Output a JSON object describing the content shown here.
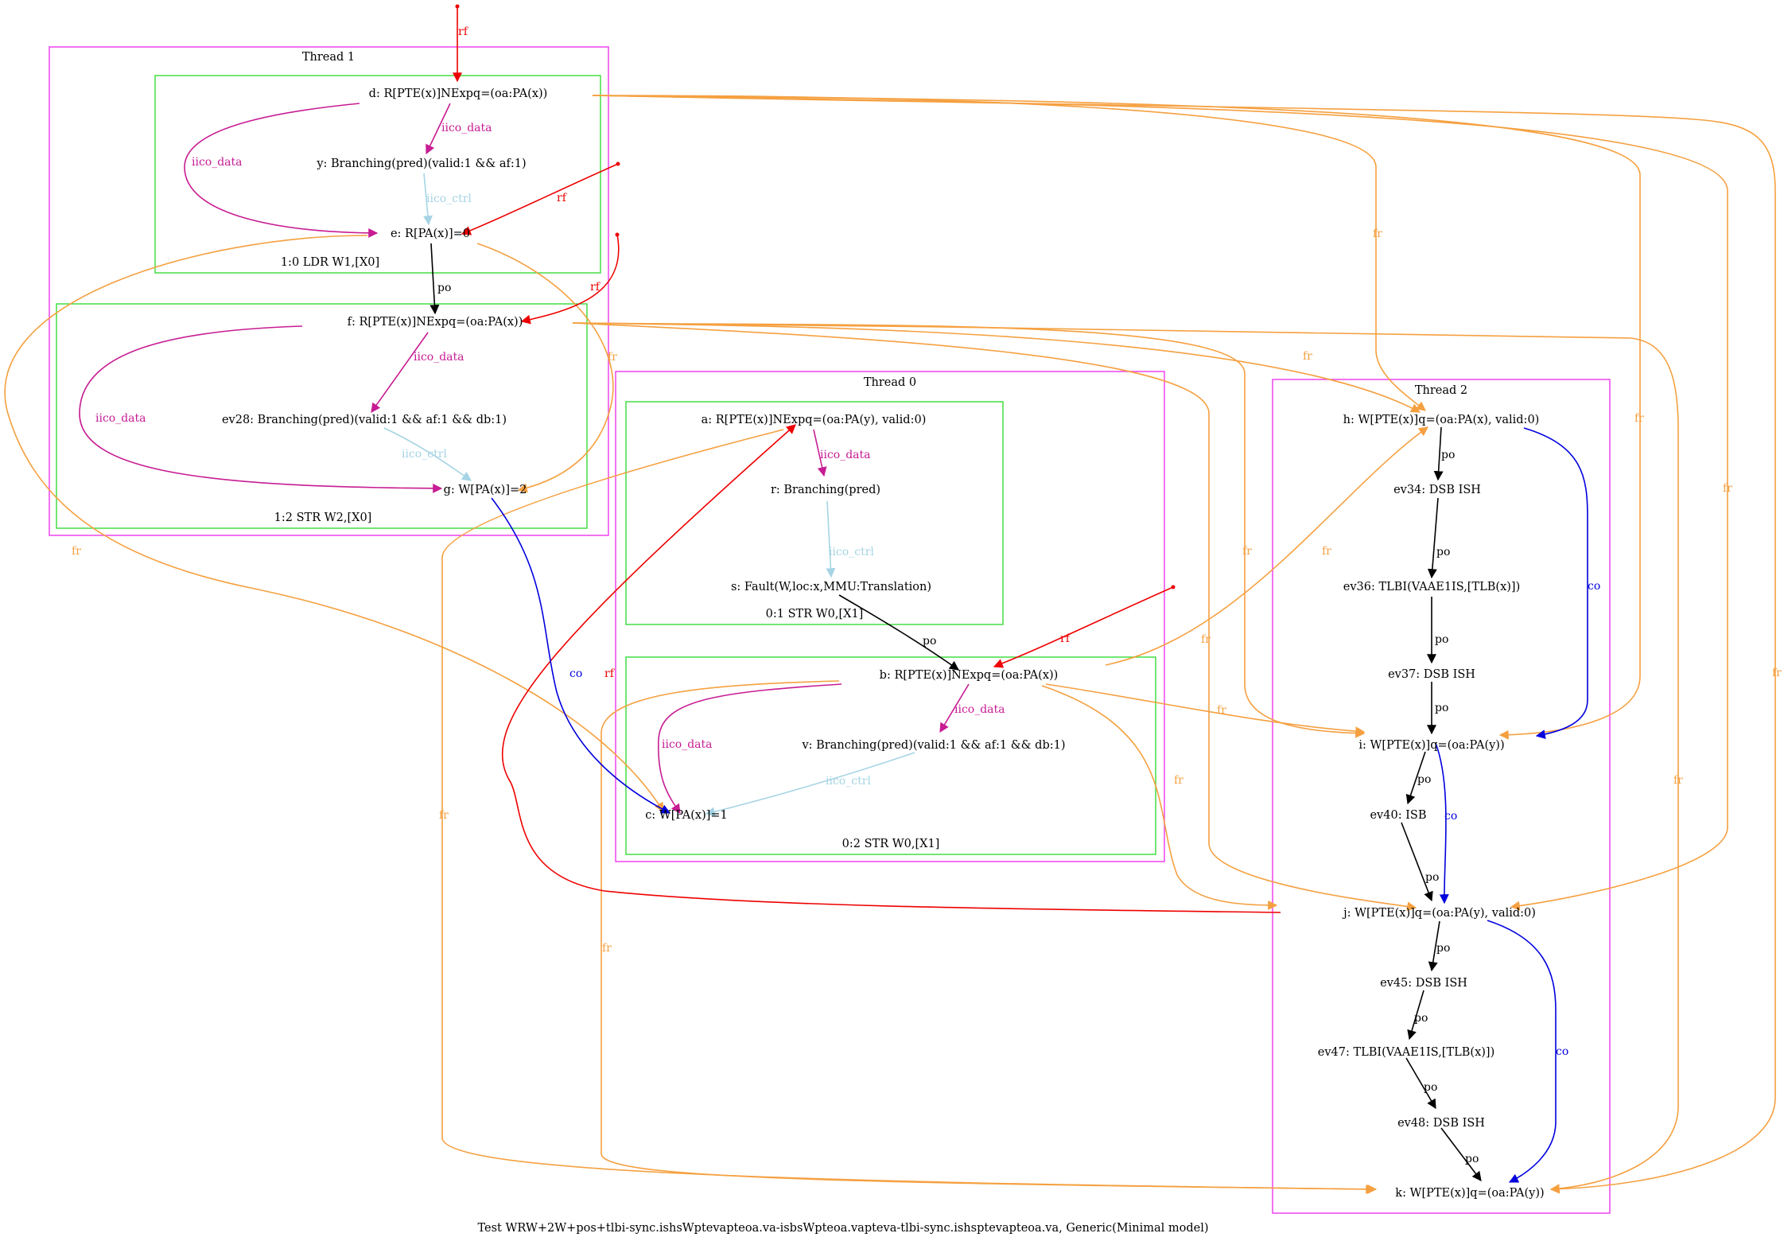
{
  "caption": "Test WRW+2W+pos+tlbi-sync.ishsWptevapteoa.va-isbsWpteoa.vapteva-tlbi-sync.ishsptevapteoa.va, Generic(Minimal model)",
  "colors": {
    "thread_border": "#ee44ee",
    "instr_border": "#44dd44",
    "rf": "#ee0000",
    "fr": "#f5a040",
    "co": "#0000dd",
    "po": "#000000",
    "iico_data": "#c71c93",
    "iico_ctrl": "#a6d4e4"
  },
  "edge_labels": {
    "rf": "rf",
    "fr": "fr",
    "co": "co",
    "po": "po",
    "iico_data": "iico_data",
    "iico_ctrl": "iico_ctrl"
  },
  "clusters": {
    "thread1": "Thread 1",
    "thread0": "Thread 0",
    "thread2": "Thread 2",
    "instr_ldr_w1": "1:0 LDR W1,[X0]",
    "instr_str_w2": "1:2 STR W2,[X0]",
    "instr_str_w0_1": "0:1 STR W0,[X1]",
    "instr_str_w0_2": "0:2 STR W0,[X1]"
  },
  "nodes": {
    "d": "d: R[PTE(x)]NExpq=(oa:PA(x))",
    "y": "y: Branching(pred)(valid:1 && af:1)",
    "e": "e: R[PA(x)]=0",
    "f": "f: R[PTE(x)]NExpq=(oa:PA(x))",
    "ev28": "ev28: Branching(pred)(valid:1 && af:1 && db:1)",
    "g": "g: W[PA(x)]=2",
    "a": "a: R[PTE(x)]NExpq=(oa:PA(y), valid:0)",
    "r": "r: Branching(pred)",
    "s": "s: Fault(W,loc:x,MMU:Translation)",
    "b": "b: R[PTE(x)]NExpq=(oa:PA(x))",
    "v": "v: Branching(pred)(valid:1 && af:1 && db:1)",
    "c": "c: W[PA(x)]=1",
    "h": "h: W[PTE(x)]q=(oa:PA(x), valid:0)",
    "ev34": "ev34: DSB ISH",
    "ev36": "ev36: TLBI(VAAE1IS,[TLB(x)])",
    "ev37": "ev37: DSB ISH",
    "i": "i: W[PTE(x)]q=(oa:PA(y))",
    "ev40": "ev40: ISB",
    "j": "j: W[PTE(x)]q=(oa:PA(y), valid:0)",
    "ev45": "ev45: DSB ISH",
    "ev47": "ev47: TLBI(VAAE1IS,[TLB(x)])",
    "ev48": "ev48: DSB ISH",
    "k": "k: W[PTE(x)]q=(oa:PA(y))"
  },
  "edges": [
    {
      "from": "init",
      "to": "d",
      "type": "rf"
    },
    {
      "from": "d",
      "to": "y",
      "type": "iico_data"
    },
    {
      "from": "d",
      "to": "e",
      "type": "iico_data"
    },
    {
      "from": "y",
      "to": "e",
      "type": "iico_ctrl"
    },
    {
      "from": "init",
      "to": "e",
      "type": "rf"
    },
    {
      "from": "e",
      "to": "f",
      "type": "po"
    },
    {
      "from": "init",
      "to": "f",
      "type": "rf"
    },
    {
      "from": "f",
      "to": "ev28",
      "type": "iico_data"
    },
    {
      "from": "f",
      "to": "g",
      "type": "iico_data"
    },
    {
      "from": "ev28",
      "to": "g",
      "type": "iico_ctrl"
    },
    {
      "from": "e",
      "to": "g",
      "type": "fr"
    },
    {
      "from": "e",
      "to": "c",
      "type": "fr"
    },
    {
      "from": "g",
      "to": "c",
      "type": "co"
    },
    {
      "from": "a",
      "to": "r",
      "type": "iico_data"
    },
    {
      "from": "r",
      "to": "s",
      "type": "iico_ctrl"
    },
    {
      "from": "s",
      "to": "b",
      "type": "po"
    },
    {
      "from": "init",
      "to": "b",
      "type": "rf"
    },
    {
      "from": "b",
      "to": "v",
      "type": "iico_data"
    },
    {
      "from": "b",
      "to": "c",
      "type": "iico_data"
    },
    {
      "from": "v",
      "to": "c",
      "type": "iico_ctrl"
    },
    {
      "from": "j",
      "to": "a",
      "type": "rf"
    },
    {
      "from": "a",
      "to": "k",
      "type": "fr"
    },
    {
      "from": "b",
      "to": "h",
      "type": "fr"
    },
    {
      "from": "b",
      "to": "i",
      "type": "fr"
    },
    {
      "from": "b",
      "to": "j",
      "type": "fr"
    },
    {
      "from": "b",
      "to": "k",
      "type": "fr"
    },
    {
      "from": "d",
      "to": "h",
      "type": "fr"
    },
    {
      "from": "d",
      "to": "i",
      "type": "fr"
    },
    {
      "from": "d",
      "to": "j",
      "type": "fr"
    },
    {
      "from": "d",
      "to": "k",
      "type": "fr"
    },
    {
      "from": "f",
      "to": "h",
      "type": "fr"
    },
    {
      "from": "f",
      "to": "i",
      "type": "fr"
    },
    {
      "from": "f",
      "to": "j",
      "type": "fr"
    },
    {
      "from": "f",
      "to": "k",
      "type": "fr"
    },
    {
      "from": "h",
      "to": "ev34",
      "type": "po"
    },
    {
      "from": "ev34",
      "to": "ev36",
      "type": "po"
    },
    {
      "from": "ev36",
      "to": "ev37",
      "type": "po"
    },
    {
      "from": "ev37",
      "to": "i",
      "type": "po"
    },
    {
      "from": "i",
      "to": "ev40",
      "type": "po"
    },
    {
      "from": "ev40",
      "to": "j",
      "type": "po"
    },
    {
      "from": "j",
      "to": "ev45",
      "type": "po"
    },
    {
      "from": "ev45",
      "to": "ev47",
      "type": "po"
    },
    {
      "from": "ev47",
      "to": "ev48",
      "type": "po"
    },
    {
      "from": "ev48",
      "to": "k",
      "type": "po"
    },
    {
      "from": "h",
      "to": "i",
      "type": "co"
    },
    {
      "from": "i",
      "to": "j",
      "type": "co"
    },
    {
      "from": "j",
      "to": "k",
      "type": "co"
    }
  ]
}
